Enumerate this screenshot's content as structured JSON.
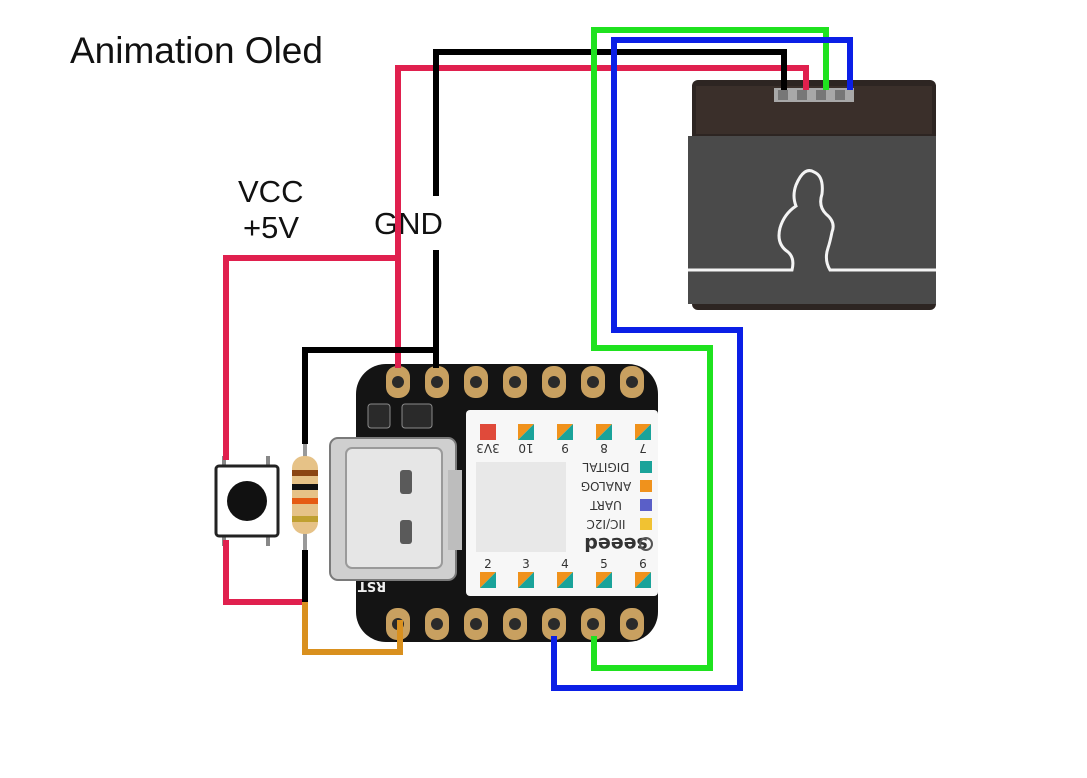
{
  "title": "Animation Oled",
  "vcc_label": {
    "line1": "VCC",
    "line2": "+5V"
  },
  "gnd_label": "GND",
  "board": {
    "top_pins": [
      "3V3",
      "10",
      "9",
      "8",
      "7"
    ],
    "bottom_pins": [
      "2",
      "3",
      "4",
      "5",
      "6"
    ],
    "legend": [
      "DIGITAL",
      "ANALOG",
      "UART",
      "IIC/I2C"
    ],
    "brand": "seeed",
    "rst_label": "RST"
  },
  "colors": {
    "vcc_wire": "#e0204e",
    "gnd_wire": "#000000",
    "sda_wire": "#1fe21f",
    "scl_wire": "#0b1fe6",
    "reset_wire": "#d9901e",
    "board_body": "#141414",
    "pad_gold": "#c8a060",
    "legend_digital": "#1aa39a",
    "legend_analog": "#f0921c",
    "legend_uart": "#5a5fc8",
    "legend_i2c": "#f1c232"
  }
}
